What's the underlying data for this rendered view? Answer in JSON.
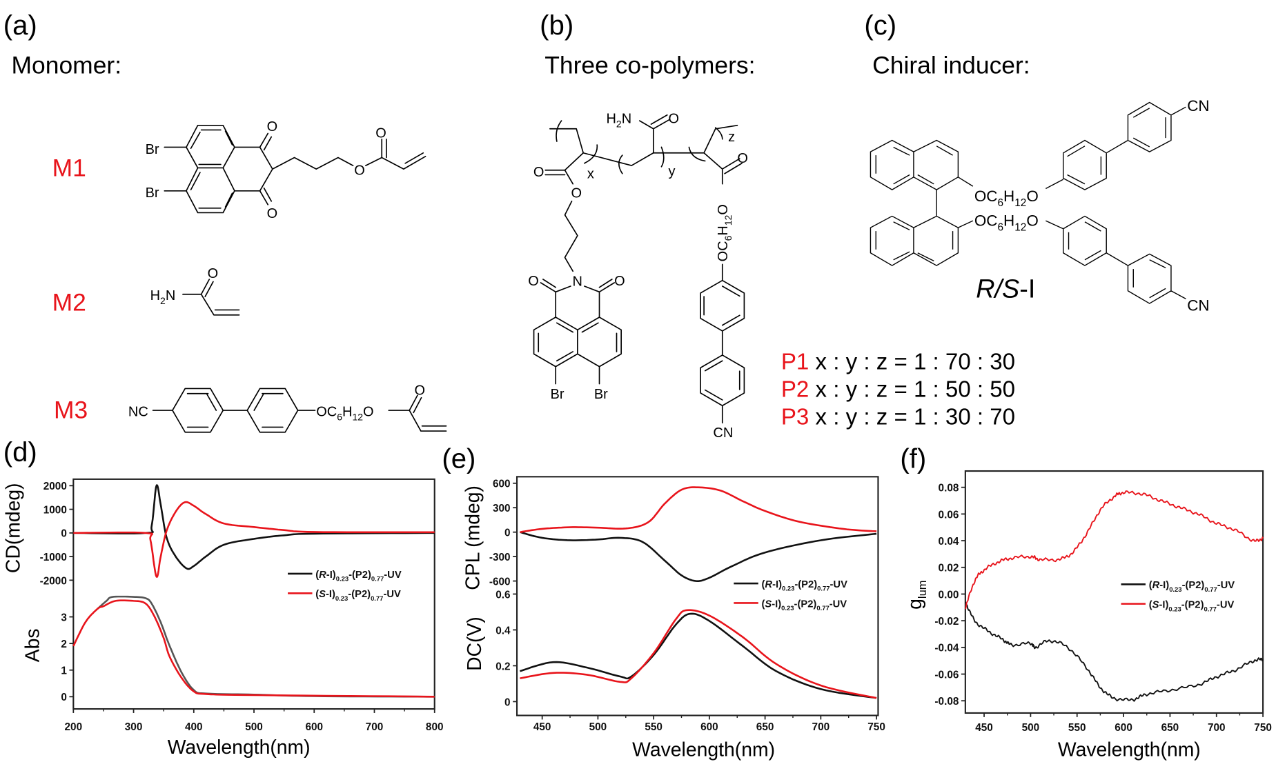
{
  "panel_a": {
    "label": "(a)",
    "title": "Monomer:",
    "monomers": [
      "M1",
      "M2",
      "M3"
    ],
    "atoms": {
      "br": "Br",
      "o": "O",
      "h2n_h": "H",
      "h2n_2": "2",
      "h2n_n": "N",
      "nc": "NC"
    }
  },
  "panel_b": {
    "label": "(b)",
    "title": "Three co-polymers:",
    "atoms": {
      "x": "x",
      "y": "y",
      "z": "z",
      "n": "N",
      "o": "O",
      "br": "Br",
      "cn": "CN"
    },
    "ratios": [
      {
        "name": "P1",
        "text": " x : y : z = 1 : 70 : 30"
      },
      {
        "name": "P2",
        "text": " x : y : z = 1 : 50 : 50"
      },
      {
        "name": "P3",
        "text": " x : y : z = 1 : 30 : 70"
      }
    ]
  },
  "panel_c": {
    "label": "(c)",
    "title": "Chiral inducer:",
    "compound_italic": "R/S",
    "compound_suffix": "-I",
    "cn": "CN"
  },
  "linker": {
    "a": "OC",
    "s1": "6",
    "b": "H",
    "s2": "12",
    "c": "O"
  },
  "colors": {
    "red": "#e8141b",
    "black": "#111111"
  },
  "legend": {
    "R": {
      "open": "(",
      "chir": "R",
      "a": "-I)",
      "s1": "0.23",
      "b": "-(P2)",
      "s2": "0.77",
      "c": "-UV"
    },
    "S": {
      "open": "(",
      "chir": "S",
      "a": "-I)",
      "s1": "0.23",
      "b": "-(P2)",
      "s2": "0.77",
      "c": "-UV"
    }
  },
  "chart_data": [
    {
      "panel": "(d)",
      "type": "line",
      "xlabel": "Wavelength(nm)",
      "xlim": [
        200,
        800
      ],
      "xticks": [
        200,
        300,
        400,
        500,
        600,
        700,
        800
      ],
      "legend_position": "right-middle",
      "subplots": [
        {
          "ylabel": "CD(mdeg)",
          "yticks": [
            2000,
            1000,
            0,
            -1000,
            -2000
          ],
          "series": [
            {
              "name": "(R-I)0.23-(P2)0.77-UV",
              "color": "#111111",
              "x": [
                200,
                320,
                330,
                338,
                345,
                355,
                370,
                388,
                400,
                420,
                450,
                500,
                550,
                600,
                800
              ],
              "y": [
                0,
                0,
                300,
                2000,
                1200,
                -200,
                -1000,
                -1500,
                -1400,
                -1000,
                -500,
                -250,
                -100,
                -30,
                0
              ]
            },
            {
              "name": "(S-I)0.23-(P2)0.77-UV",
              "color": "#e8141b",
              "x": [
                200,
                320,
                328,
                338,
                345,
                355,
                370,
                385,
                400,
                420,
                450,
                500,
                550,
                600,
                800
              ],
              "y": [
                0,
                0,
                -300,
                -1850,
                -1000,
                100,
                900,
                1300,
                1150,
                800,
                400,
                250,
                120,
                40,
                30
              ]
            }
          ]
        },
        {
          "ylabel": "Abs",
          "yticks": [
            3,
            2,
            1,
            0
          ],
          "series": [
            {
              "name": "(R-I)0.23-(P2)0.77-UV",
              "color": "#555555",
              "x": [
                240,
                255,
                265,
                300,
                320,
                330,
                345,
                360,
                380,
                400,
                420,
                500,
                600,
                800
              ],
              "y": [
                3.3,
                3.6,
                3.75,
                3.75,
                3.7,
                3.5,
                2.8,
                1.9,
                0.9,
                0.25,
                0.12,
                0.08,
                0.02,
                0
              ]
            },
            {
              "name": "(S-I)0.23-(P2)0.77-UV",
              "color": "#e8141b",
              "x": [
                200,
                220,
                240,
                250,
                270,
                300,
                320,
                335,
                350,
                360,
                380,
                400,
                420,
                500,
                800
              ],
              "y": [
                1.9,
                2.8,
                3.3,
                3.4,
                3.6,
                3.6,
                3.5,
                3.0,
                2.2,
                1.5,
                0.7,
                0.2,
                0.1,
                0.06,
                0
              ]
            }
          ]
        }
      ]
    },
    {
      "panel": "(e)",
      "type": "line",
      "xlabel": "Wavelength(nm)",
      "xlim": [
        430,
        750
      ],
      "xticks": [
        450,
        500,
        550,
        600,
        650,
        700,
        750
      ],
      "legend_position": "right-middle",
      "subplots": [
        {
          "ylabel": "CPL (mdeg)",
          "yticks": [
            600,
            300,
            0,
            -300,
            -600
          ],
          "series": [
            {
              "name": "(R-I)0.23-(P2)0.77-UV",
              "color": "#111111",
              "x": [
                430,
                450,
                475,
                500,
                520,
                540,
                560,
                575,
                588,
                600,
                620,
                650,
                700,
                750
              ],
              "y": [
                0,
                -70,
                -100,
                -90,
                -70,
                -120,
                -350,
                -530,
                -600,
                -560,
                -420,
                -250,
                -100,
                -20
              ]
            },
            {
              "name": "(S-I)0.23-(P2)0.77-UV",
              "color": "#e8141b",
              "x": [
                430,
                450,
                475,
                500,
                525,
                545,
                560,
                575,
                590,
                610,
                630,
                650,
                680,
                720,
                750
              ],
              "y": [
                0,
                40,
                60,
                55,
                45,
                120,
                350,
                520,
                550,
                510,
                380,
                260,
                130,
                40,
                10
              ]
            }
          ]
        },
        {
          "ylabel": "DC(V)",
          "yticks": [
            0.6,
            0.4,
            0.2,
            0.0
          ],
          "series": [
            {
              "name": "(R-I)0.23-(P2)0.77-UV",
              "color": "#111111",
              "x": [
                430,
                460,
                490,
                520,
                530,
                550,
                570,
                583,
                600,
                630,
                660,
                700,
                750
              ],
              "y": [
                0.17,
                0.22,
                0.19,
                0.14,
                0.14,
                0.26,
                0.43,
                0.49,
                0.45,
                0.31,
                0.17,
                0.07,
                0.02
              ]
            },
            {
              "name": "(S-I)0.23-(P2)0.77-UV",
              "color": "#e8141b",
              "x": [
                430,
                460,
                490,
                520,
                530,
                550,
                570,
                580,
                600,
                630,
                660,
                700,
                750
              ],
              "y": [
                0.13,
                0.16,
                0.15,
                0.11,
                0.13,
                0.27,
                0.46,
                0.51,
                0.48,
                0.36,
                0.21,
                0.09,
                0.02
              ]
            }
          ]
        }
      ]
    },
    {
      "panel": "(f)",
      "type": "line",
      "xlabel": "Wavelength(nm)",
      "xlim": [
        430,
        750
      ],
      "xticks": [
        450,
        500,
        550,
        600,
        650,
        700,
        750
      ],
      "legend_position": "right-middle",
      "subplots": [
        {
          "ylabel": "g",
          "ylabel_sub": "lum",
          "yticks": [
            "0.08",
            "0.06",
            "0.04",
            "0.02",
            "0.00",
            "-0.02",
            "-0.04",
            "-0.06",
            "-0.08"
          ],
          "series": [
            {
              "name": "(R-I)0.23-(P2)0.77-UV",
              "color": "#111111",
              "x": [
                430,
                440,
                455,
                470,
                480,
                500,
                505,
                520,
                540,
                560,
                575,
                590,
                610,
                625,
                650,
                680,
                700,
                720,
                740,
                750
              ],
              "y": [
                -0.006,
                -0.02,
                -0.028,
                -0.034,
                -0.038,
                -0.037,
                -0.04,
                -0.035,
                -0.04,
                -0.055,
                -0.07,
                -0.078,
                -0.079,
                -0.075,
                -0.072,
                -0.068,
                -0.062,
                -0.057,
                -0.05,
                -0.049
              ]
            },
            {
              "name": "(S-I)0.23-(P2)0.77-UV",
              "color": "#e8141b",
              "x": [
                430,
                440,
                450,
                465,
                480,
                500,
                510,
                530,
                545,
                560,
                575,
                590,
                600,
                620,
                640,
                660,
                680,
                700,
                720,
                740,
                750
              ],
              "y": [
                -0.01,
                0.01,
                0.018,
                0.024,
                0.027,
                0.028,
                0.026,
                0.026,
                0.031,
                0.045,
                0.063,
                0.073,
                0.076,
                0.075,
                0.07,
                0.065,
                0.06,
                0.053,
                0.048,
                0.04,
                0.042
              ]
            }
          ]
        }
      ]
    }
  ]
}
